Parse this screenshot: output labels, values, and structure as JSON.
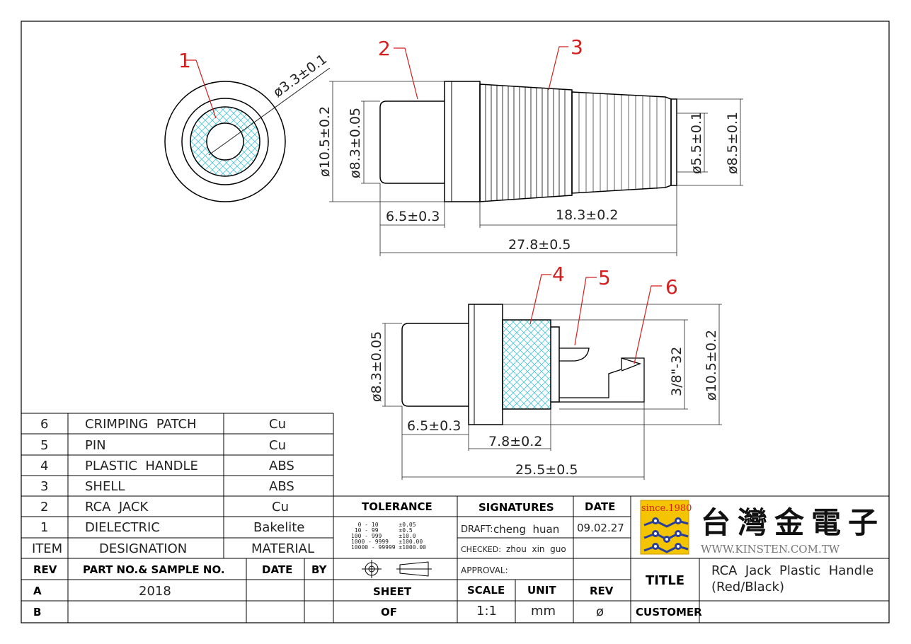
{
  "drawing": {
    "callouts": [
      "1",
      "2",
      "3",
      "4",
      "5",
      "6"
    ],
    "dims_top": {
      "d33": "ø3.3±0.1",
      "d105": "ø10.5±0.2",
      "d83": "ø8.3±0.05",
      "d55": "ø5.5±0.1",
      "d85": "ø8.5±0.1",
      "l65": "6.5±0.3",
      "l183": "18.3±0.2",
      "l278": "27.8±0.5"
    },
    "dims_bottom": {
      "d83": "ø8.3±0.05",
      "thread": "3/8\"-32",
      "d105": "ø10.5±0.2",
      "l65": "6.5±0.3",
      "l78": "7.8±0.2",
      "l255": "25.5±0.5"
    }
  },
  "bom": {
    "rows": [
      {
        "item": "6",
        "designation": "CRIMPING  PATCH",
        "material": "Cu"
      },
      {
        "item": "5",
        "designation": "PIN",
        "material": "Cu"
      },
      {
        "item": "4",
        "designation": "PLASTIC  HANDLE",
        "material": "ABS"
      },
      {
        "item": "3",
        "designation": "SHELL",
        "material": "ABS"
      },
      {
        "item": "2",
        "designation": "RCA  JACK",
        "material": "Cu"
      },
      {
        "item": "1",
        "designation": "DIELECTRIC",
        "material": "Bakelite"
      }
    ],
    "header": {
      "item": "ITEM",
      "designation": "DESIGNATION",
      "material": "MATERIAL"
    }
  },
  "rev_table": {
    "header": {
      "rev": "REV",
      "part": "PART NO.& SAMPLE NO.",
      "date": "DATE",
      "by": "BY"
    },
    "rows": [
      {
        "rev": "A",
        "part": "2018",
        "date": "",
        "by": ""
      },
      {
        "rev": "B",
        "part": "",
        "date": "",
        "by": ""
      }
    ]
  },
  "tolerance": {
    "title": "TOLERANCE",
    "lines": [
      "  0 - 10      ±0.05",
      " 10 - 99      ±0.5",
      "100 - 999     ±10.0",
      "1000 - 9999   ±100.00",
      "10000 - 99999 ±1000.00"
    ]
  },
  "signatures": {
    "title": "SIGNATURES",
    "date_label": "DATE",
    "draft_label": "DRAFT:",
    "draft_name": "cheng  huan",
    "draft_date": "09.02.27",
    "checked_label": "CHECKED:",
    "checked_name": "zhou  xin  guo",
    "approval_label": "APPROVAL:"
  },
  "sheet": {
    "sheet_label": "SHEET",
    "of_label": "OF",
    "scale_label": "SCALE",
    "scale_value": "1:1",
    "unit_label": "UNIT",
    "unit_value": "mm",
    "rev_label": "REV",
    "rev_value": "ø"
  },
  "title_block": {
    "title_label": "TITLE",
    "title_line1": "RCA  Jack  Plastic  Handle",
    "title_line2": "(Red/Black)",
    "customer_label": "CUSTOMER"
  },
  "logo": {
    "since": "since.1980",
    "brand": "台灣金電子",
    "url": "WWW.KINSTEN.COM.TW"
  },
  "colors": {
    "callout": "#d31f1f",
    "hatch": "#48c4d4",
    "line": "#000000"
  }
}
